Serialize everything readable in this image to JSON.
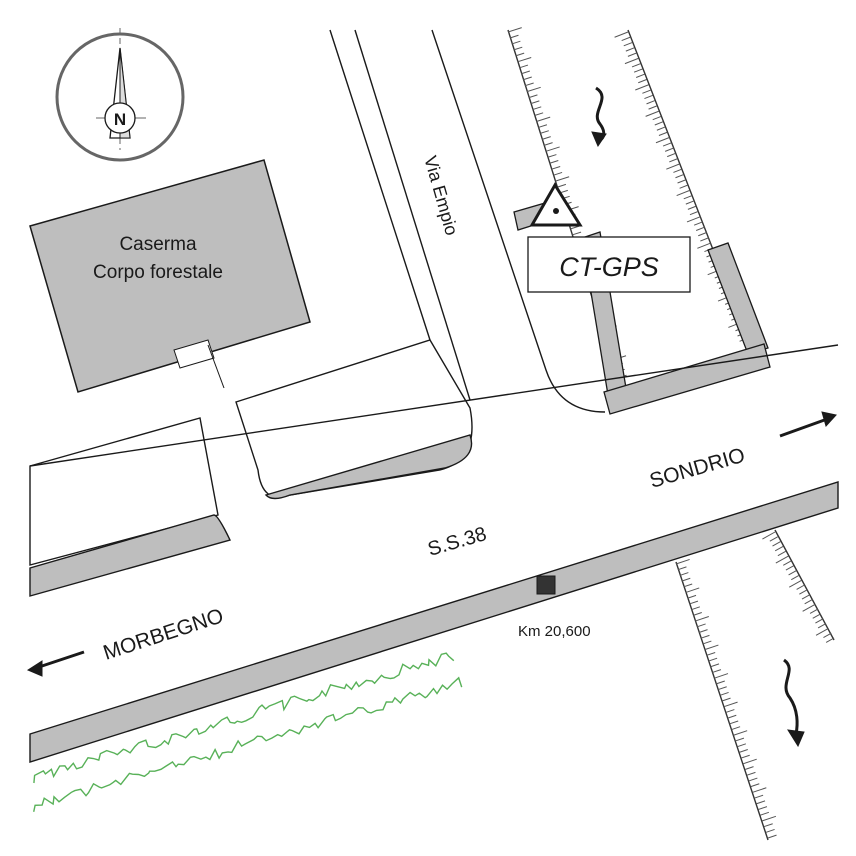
{
  "building": {
    "name_line1": "Caserma",
    "name_line2": "Corpo forestale"
  },
  "roads": {
    "via_empio": "Via Empio",
    "ss38": "S.S.38"
  },
  "directions": {
    "sondrio": "SONDRIO",
    "morbegno": "MORBEGNO"
  },
  "markers": {
    "km_label": "Km 20,600",
    "station_label": "CT-GPS"
  },
  "compass": {
    "north_letter": "N"
  },
  "colors": {
    "building_fill": "#bebebe",
    "road_strip": "#bebebe",
    "vegetation": "#58b158",
    "outline": "#1a1a1a"
  },
  "icons": {
    "compass": "compass-rose-icon",
    "station": "triangle-dot-icon",
    "flow": "wavy-arrow-icon",
    "direction": "arrow-icon"
  }
}
